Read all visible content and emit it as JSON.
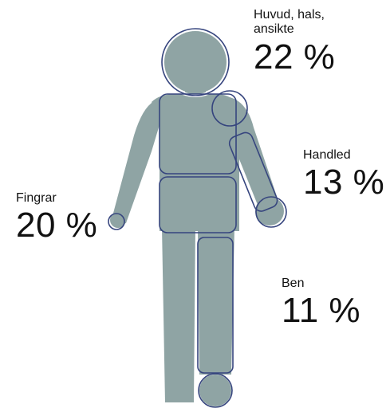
{
  "colors": {
    "body_fill": "#8FA4A4",
    "outline": "#36457E",
    "background": "#FFFFFF",
    "text": "#111111"
  },
  "regions": {
    "head": {
      "name": "Huvud, hals, ansikte",
      "percent": "22 %"
    },
    "wrist": {
      "name": "Handled",
      "percent": "13 %"
    },
    "fingers": {
      "name": "Fingrar",
      "percent": "20 %"
    },
    "legs": {
      "name": "Ben",
      "percent": "11 %"
    }
  }
}
